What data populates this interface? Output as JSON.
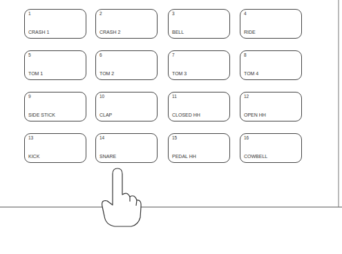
{
  "diagram": {
    "nodes": [
      {
        "text": [
          "1",
          "CRASH 1"
        ]
      },
      {
        "text": [
          "2",
          "CRASH 2"
        ]
      },
      {
        "text": [
          "3",
          "BELL"
        ]
      },
      {
        "text": [
          "4",
          "RIDE"
        ]
      },
      {
        "text": [
          "5",
          "TOM 1"
        ]
      },
      {
        "text": [
          "6",
          "TOM 2"
        ]
      },
      {
        "text": [
          "7",
          "TOM 3"
        ]
      },
      {
        "text": [
          "8",
          "TOM 4"
        ]
      },
      {
        "text": [
          "9",
          "SIDE STICK"
        ]
      },
      {
        "text": [
          "10",
          "CLAP"
        ]
      },
      {
        "text": [
          "11",
          "CLOSED HH"
        ]
      },
      {
        "text": [
          "12",
          "OPEN HH"
        ]
      },
      {
        "text": [
          "13",
          "KICK"
        ]
      },
      {
        "text": [
          "14",
          "SNARE"
        ]
      },
      {
        "text": [
          "15",
          "PEDAL HH"
        ]
      },
      {
        "text": [
          "16",
          "COWBELL"
        ]
      }
    ],
    "edges": []
  }
}
